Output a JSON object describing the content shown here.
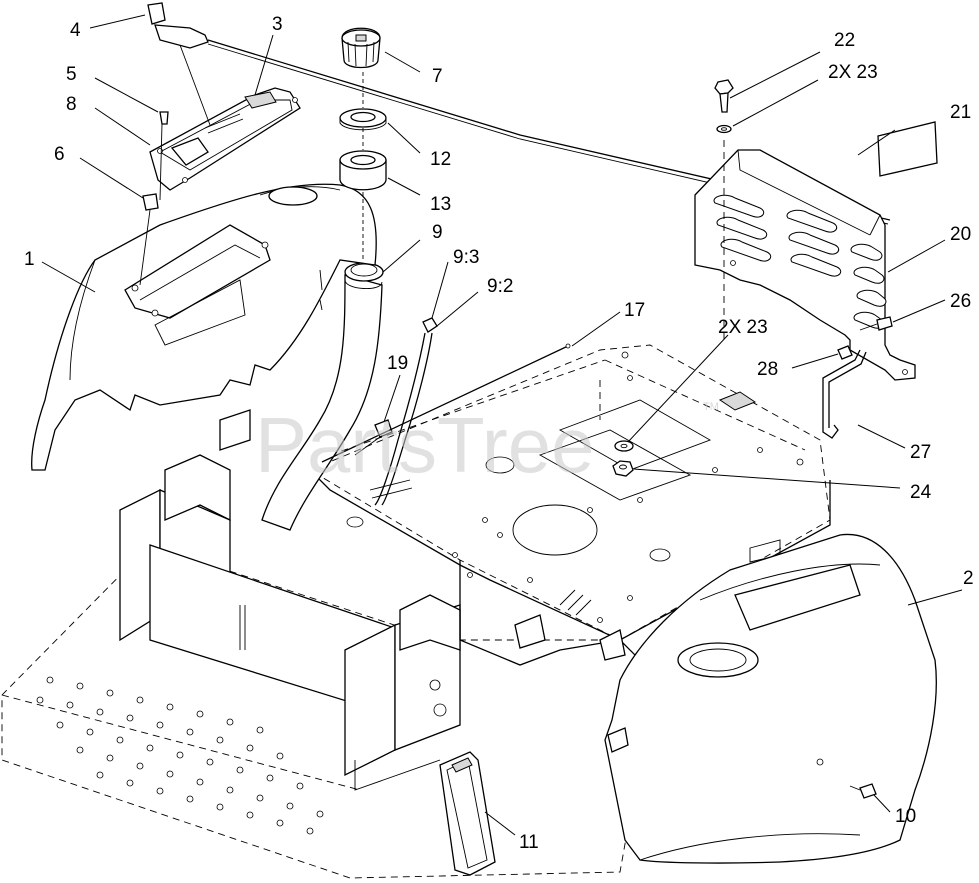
{
  "watermark": {
    "text": "PartsTree",
    "trademark": "TM"
  },
  "callouts": [
    {
      "id": "c1",
      "label": "1"
    },
    {
      "id": "c2",
      "label": "2"
    },
    {
      "id": "c3",
      "label": "3"
    },
    {
      "id": "c4",
      "label": "4"
    },
    {
      "id": "c5",
      "label": "5"
    },
    {
      "id": "c6",
      "label": "6"
    },
    {
      "id": "c7",
      "label": "7"
    },
    {
      "id": "c8",
      "label": "8"
    },
    {
      "id": "c9",
      "label": "9"
    },
    {
      "id": "c9-3",
      "label": "9:3"
    },
    {
      "id": "c9-2",
      "label": "9:2"
    },
    {
      "id": "c10",
      "label": "10"
    },
    {
      "id": "c11",
      "label": "11"
    },
    {
      "id": "c12",
      "label": "12"
    },
    {
      "id": "c13",
      "label": "13"
    },
    {
      "id": "c17",
      "label": "17"
    },
    {
      "id": "c19",
      "label": "19"
    },
    {
      "id": "c20",
      "label": "20"
    },
    {
      "id": "c21",
      "label": "21"
    },
    {
      "id": "c22",
      "label": "22"
    },
    {
      "id": "c23a",
      "label": "2X  23"
    },
    {
      "id": "c23b",
      "label": "2X  23"
    },
    {
      "id": "c24",
      "label": "24"
    },
    {
      "id": "c26",
      "label": "26"
    },
    {
      "id": "c27",
      "label": "27"
    },
    {
      "id": "c28",
      "label": "28"
    }
  ]
}
